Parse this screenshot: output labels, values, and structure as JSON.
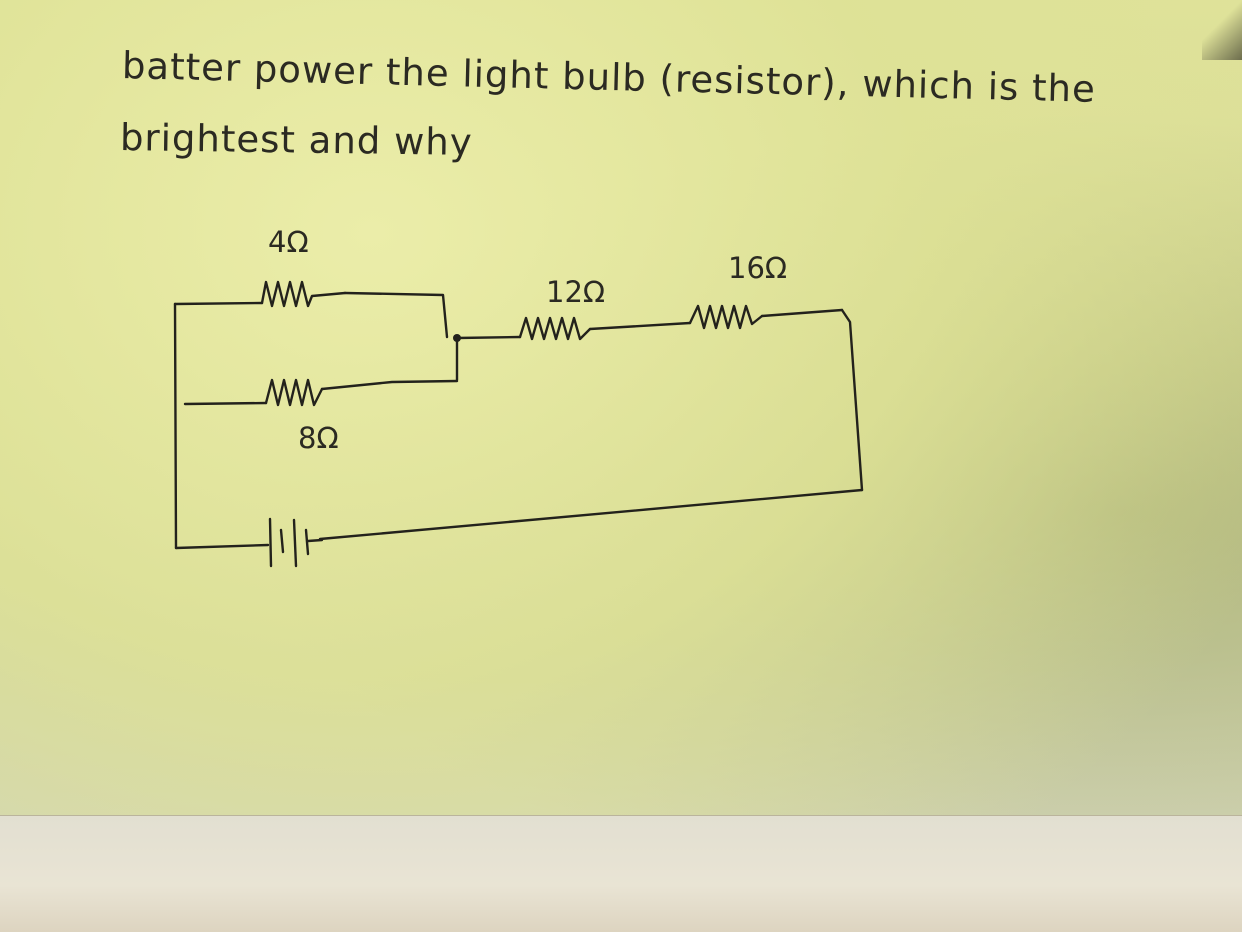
{
  "question": {
    "line1": "batter power the light bulb (resistor), which is the",
    "line2": "brightest and why"
  },
  "resistors": [
    {
      "id": "r1",
      "label": "4Ω",
      "ohms": 4
    },
    {
      "id": "r2",
      "label": "8Ω",
      "ohms": 8
    },
    {
      "id": "r3",
      "label": "12Ω",
      "ohms": 12
    },
    {
      "id": "r4",
      "label": "16Ω",
      "ohms": 16
    }
  ],
  "circuit": {
    "topology": "4Ω and 8Ω in parallel, in series with 12Ω and 16Ω, powered by a battery",
    "ink_color": "#23221c"
  }
}
